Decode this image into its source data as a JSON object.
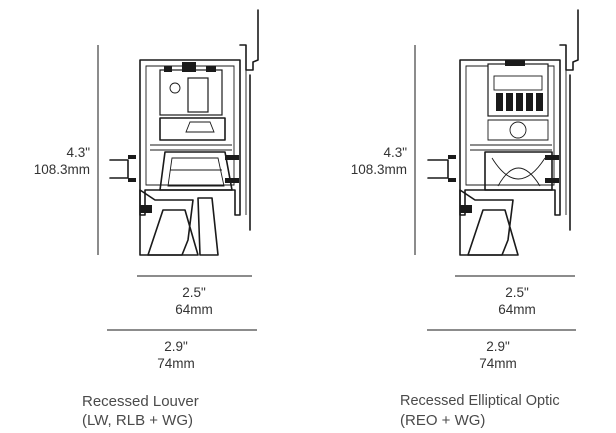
{
  "figures": [
    {
      "height_in": "4.3\"",
      "height_mm": "108.3mm",
      "width1_in": "2.5\"",
      "width1_mm": "64mm",
      "width2_in": "2.9\"",
      "width2_mm": "74mm",
      "caption_line1": "Recessed Louver",
      "caption_line2": "(LW, RLB + WG)"
    },
    {
      "height_in": "4.3\"",
      "height_mm": "108.3mm",
      "width1_in": "2.5\"",
      "width1_mm": "64mm",
      "width2_in": "2.9\"",
      "width2_mm": "74mm",
      "caption_line1": "Recessed Elliptical Optic",
      "caption_line2": "(REO + WG)"
    }
  ],
  "colors": {
    "ink": "#1a1a1a",
    "text": "#333333"
  }
}
